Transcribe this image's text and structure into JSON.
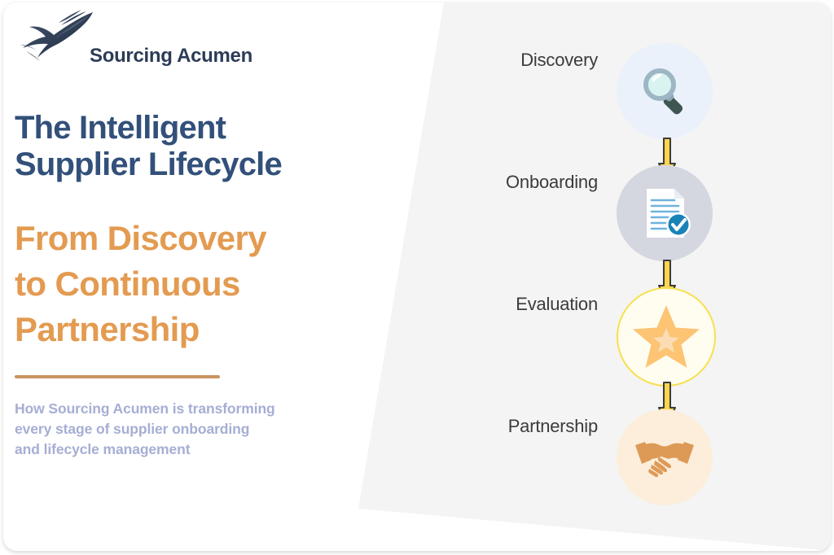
{
  "brand": {
    "logo_icon": "eagle-icon",
    "name": "Sourcing Acumen",
    "navy": "#32507a",
    "orange": "#e39b51",
    "periwinkle": "#a6aed4"
  },
  "headline": {
    "line1": "The Intelligent",
    "line2": "Supplier Lifecycle"
  },
  "subhead": {
    "line1": "From Discovery",
    "line2": "to Continuous",
    "line3": "Partnership"
  },
  "subtitle": {
    "line1": "How Sourcing Acumen is transforming",
    "line2": "every stage of supplier onboarding",
    "line3": "and lifecycle management"
  },
  "flow": {
    "arrow_icon": "down-arrow-icon",
    "arrow_color": "#fad54f",
    "stages": [
      {
        "label": "Discovery",
        "icon": "magnifying-glass-icon",
        "circle_color": "#eaf1fb"
      },
      {
        "label": "Onboarding",
        "icon": "document-check-icon",
        "circle_color": "#d4d6e0"
      },
      {
        "label": "Evaluation",
        "icon": "star-icon",
        "circle_color": "#fffdf0"
      },
      {
        "label": "Partnership",
        "icon": "handshake-icon",
        "circle_color": "#fceedb"
      }
    ]
  }
}
